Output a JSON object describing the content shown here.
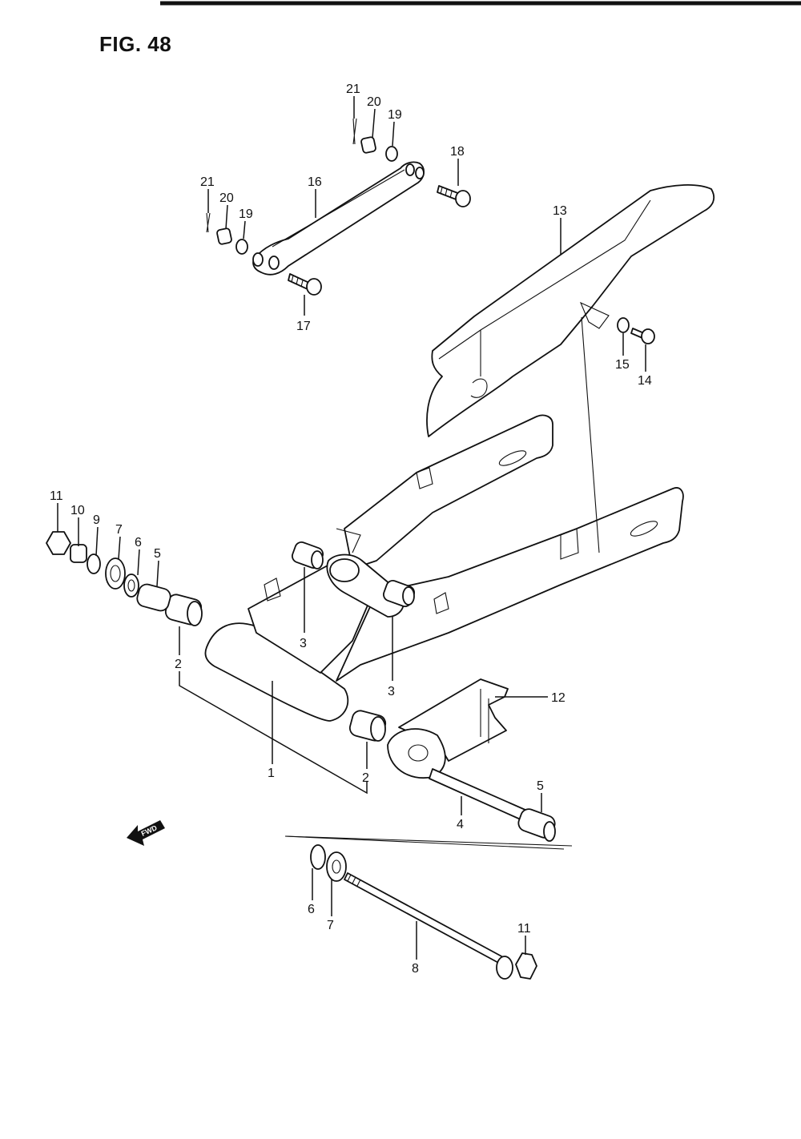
{
  "figure": {
    "title": "FIG. 48",
    "fwd_label": "FWD"
  },
  "callouts": [
    {
      "id": "c21a",
      "text": "21"
    },
    {
      "id": "c20a",
      "text": "20"
    },
    {
      "id": "c19a",
      "text": "19"
    },
    {
      "id": "c18",
      "text": "18"
    },
    {
      "id": "c21b",
      "text": "21"
    },
    {
      "id": "c20b",
      "text": "20"
    },
    {
      "id": "c19b",
      "text": "19"
    },
    {
      "id": "c16",
      "text": "16"
    },
    {
      "id": "c17",
      "text": "17"
    },
    {
      "id": "c13",
      "text": "13"
    },
    {
      "id": "c15",
      "text": "15"
    },
    {
      "id": "c14",
      "text": "14"
    },
    {
      "id": "c11a",
      "text": "11"
    },
    {
      "id": "c10",
      "text": "10"
    },
    {
      "id": "c9",
      "text": "9"
    },
    {
      "id": "c7a",
      "text": "7"
    },
    {
      "id": "c6a",
      "text": "6"
    },
    {
      "id": "c5a",
      "text": "5"
    },
    {
      "id": "c3a",
      "text": "3"
    },
    {
      "id": "c2a",
      "text": "2"
    },
    {
      "id": "c3b",
      "text": "3"
    },
    {
      "id": "c12",
      "text": "12"
    },
    {
      "id": "c1",
      "text": "1"
    },
    {
      "id": "c2b",
      "text": "2"
    },
    {
      "id": "c5b",
      "text": "5"
    },
    {
      "id": "c4",
      "text": "4"
    },
    {
      "id": "c6b",
      "text": "6"
    },
    {
      "id": "c7b",
      "text": "7"
    },
    {
      "id": "c8",
      "text": "8"
    },
    {
      "id": "c11b",
      "text": "11"
    }
  ]
}
